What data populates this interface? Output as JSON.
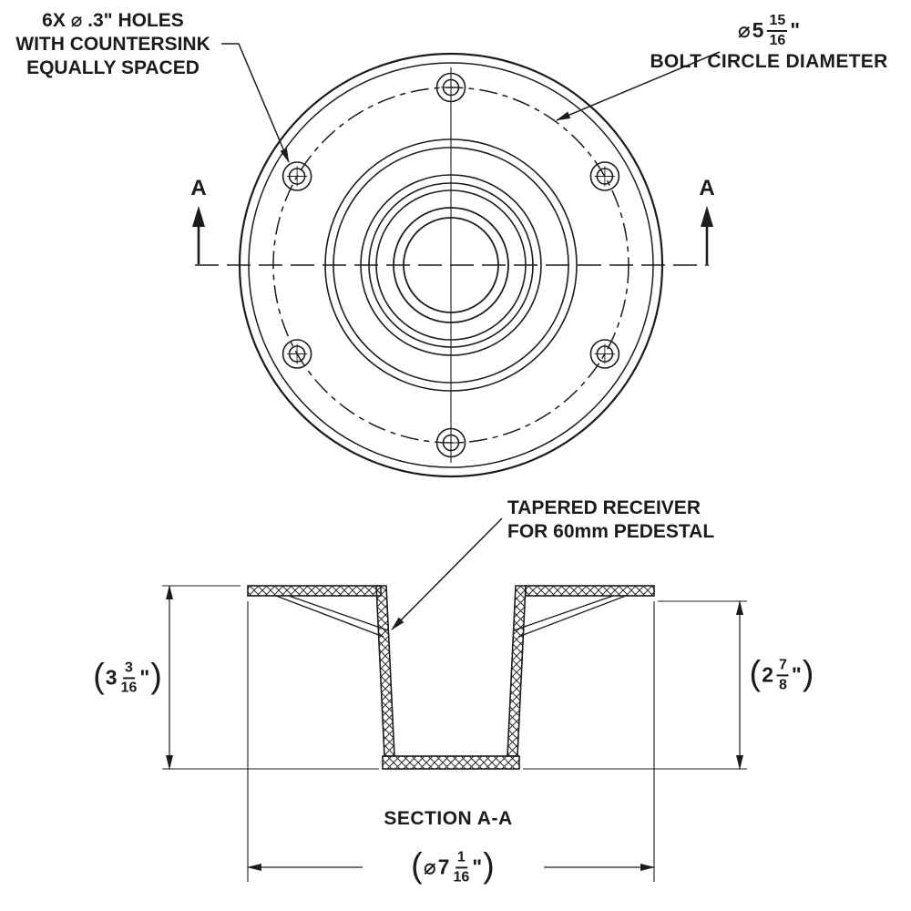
{
  "colors": {
    "line": "#1c1c1c",
    "background": "#ffffff"
  },
  "top_view": {
    "holes_note": {
      "line1": "6X ⌀ .3\" HOLES",
      "line2": "WITH COUNTERSINK",
      "line3": "EQUALLY SPACED"
    },
    "bolt_circle_note": {
      "diameter": {
        "symbol": "⌀",
        "whole": "5",
        "numerator": "15",
        "denominator": "16",
        "unit": "\""
      },
      "caption": "BOLT CIRCLE DIAMETER"
    },
    "section_marker_left": "A",
    "section_marker_right": "A"
  },
  "section_view": {
    "receiver_note": {
      "line1": "TAPERED RECEIVER",
      "line2": "FOR 60mm PEDESTAL"
    },
    "title": "SECTION A-A",
    "dim_height_overall": {
      "open": "(",
      "whole": "3",
      "numerator": "3",
      "denominator": "16",
      "unit": "\"",
      "close": ")"
    },
    "dim_height_inner": {
      "open": "(",
      "whole": "2",
      "numerator": "7",
      "denominator": "8",
      "unit": "\"",
      "close": ")"
    },
    "dim_diameter": {
      "open": "(",
      "symbol": "⌀",
      "whole": "7",
      "numerator": "1",
      "denominator": "16",
      "unit": "\"",
      "close": ")"
    }
  }
}
